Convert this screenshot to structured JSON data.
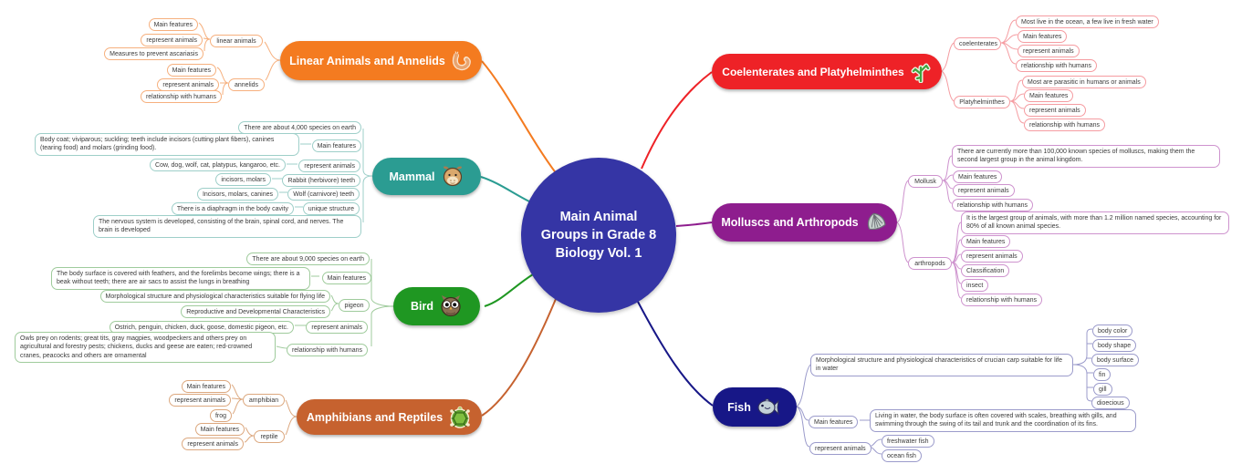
{
  "center": {
    "title": "Main Animal Groups in Grade 8 Biology Vol. 1",
    "color": "#3535A5"
  },
  "branches": [
    {
      "label": "Linear Animals and Annelids",
      "icon": "worm-icon",
      "color": "#F47B20",
      "light_color": "#F6B07E",
      "children": [
        {
          "label": "linear animals",
          "children": [
            {
              "label": "Main features"
            },
            {
              "label": "represent animals"
            },
            {
              "label": "Measures to prevent ascariasis"
            }
          ]
        },
        {
          "label": "annelids",
          "children": [
            {
              "label": "Main features"
            },
            {
              "label": "represent animals"
            },
            {
              "label": "relationship with humans"
            }
          ]
        }
      ]
    },
    {
      "label": "Mammal",
      "icon": "cow-icon",
      "color": "#2B9C92",
      "light_color": "#9ECFC9",
      "children": [
        {
          "label": "There are about 4,000 species on earth"
        },
        {
          "label": "Main features",
          "children": [
            {
              "label": "Body coat; viviparous; suckling; teeth include incisors (cutting plant fibers), canines (tearing food) and molars (grinding food)."
            }
          ]
        },
        {
          "label": "represent animals",
          "children": [
            {
              "label": "Cow, dog, wolf, cat, platypus, kangaroo, etc."
            }
          ]
        },
        {
          "label": "Rabbit (herbivore) teeth",
          "children": [
            {
              "label": "incisors, molars"
            }
          ]
        },
        {
          "label": "Wolf (carnivore) teeth",
          "children": [
            {
              "label": "Incisors, molars, canines"
            }
          ]
        },
        {
          "label": "unique structure",
          "children": [
            {
              "label": "There is a diaphragm in the body cavity"
            }
          ]
        },
        {
          "label": "The nervous system is developed, consisting of the brain, spinal cord, and nerves. The brain is developed"
        }
      ]
    },
    {
      "label": "Bird",
      "icon": "owl-icon",
      "color": "#1F9722",
      "light_color": "#9FCB9C",
      "children": [
        {
          "label": "There are about 9,000 species on earth"
        },
        {
          "label": "Main features",
          "children": [
            {
              "label": "The body surface is covered with feathers, and the forelimbs become wings; there is a beak without teeth; there are air sacs to assist the lungs in breathing"
            }
          ]
        },
        {
          "label": "pigeon",
          "children": [
            {
              "label": "Morphological structure and physiological characteristics suitable for flying life"
            },
            {
              "label": "Reproductive and Developmental Characteristics"
            }
          ]
        },
        {
          "label": "represent animals",
          "children": [
            {
              "label": "Ostrich, penguin, chicken, duck, goose, domestic pigeon, etc."
            }
          ]
        },
        {
          "label": "relationship with humans",
          "children": [
            {
              "label": "Owls prey on rodents; great tits, gray magpies, woodpeckers and others prey on agricultural and forestry pests; chickens, ducks and geese are eaten; red-crowned cranes, peacocks and others are ornamental"
            }
          ]
        }
      ]
    },
    {
      "label": "Amphibians and Reptiles",
      "icon": "turtle-icon",
      "color": "#C6622F",
      "light_color": "#DCA87F",
      "children": [
        {
          "label": "amphibian",
          "children": [
            {
              "label": "Main features"
            },
            {
              "label": "represent animals"
            },
            {
              "label": "frog"
            }
          ]
        },
        {
          "label": "reptile",
          "children": [
            {
              "label": "Main features"
            },
            {
              "label": "represent animals"
            }
          ]
        }
      ]
    },
    {
      "label": "Coelenterates and Platyhelminthes",
      "icon": "seaweed-icon",
      "color": "#EE2227",
      "light_color": "#F59CA1",
      "children": [
        {
          "label": "coelenterates",
          "children": [
            {
              "label": "Most live in the ocean, a few live in fresh water"
            },
            {
              "label": "Main features"
            },
            {
              "label": "represent animals"
            },
            {
              "label": "relationship with humans"
            }
          ]
        },
        {
          "label": "Platyhelminthes",
          "children": [
            {
              "label": "Most are parasitic in humans or animals"
            },
            {
              "label": "Main features"
            },
            {
              "label": "represent animals"
            },
            {
              "label": "relationship with humans"
            }
          ]
        }
      ]
    },
    {
      "label": "Molluscs and Arthropods",
      "icon": "shell-icon",
      "color": "#8E1D8E",
      "light_color": "#CE93CE",
      "children": [
        {
          "label": "Mollusk",
          "children": [
            {
              "label": "There are currently more than 100,000 known species of molluscs, making them the second largest group in the animal kingdom."
            },
            {
              "label": "Main features"
            },
            {
              "label": "represent animals"
            },
            {
              "label": "relationship with humans"
            }
          ]
        },
        {
          "label": "arthropods",
          "children": [
            {
              "label": "It is the largest group of animals, with more than 1.2 million named species, accounting for 80% of all known animal species."
            },
            {
              "label": "Main features"
            },
            {
              "label": "represent animals"
            },
            {
              "label": "Classification"
            },
            {
              "label": "insect"
            },
            {
              "label": "relationship with humans"
            }
          ]
        }
      ]
    },
    {
      "label": "Fish",
      "icon": "fish-icon",
      "color": "#171787",
      "light_color": "#9B9BCB",
      "children": [
        {
          "label": "Morphological structure and physiological characteristics of crucian carp suitable for life in water",
          "children": [
            {
              "label": "body color"
            },
            {
              "label": "body shape"
            },
            {
              "label": "body surface"
            },
            {
              "label": "fin"
            },
            {
              "label": "gill"
            },
            {
              "label": "dioecious"
            }
          ]
        },
        {
          "label": "Main features",
          "children": [
            {
              "label": "Living in water, the body surface is often covered with scales, breathing with gills, and swimming through the swing of its tail and trunk and the coordination of its fins."
            }
          ]
        },
        {
          "label": "represent animals",
          "children": [
            {
              "label": "freshwater fish"
            },
            {
              "label": "ocean fish"
            }
          ]
        }
      ]
    }
  ]
}
